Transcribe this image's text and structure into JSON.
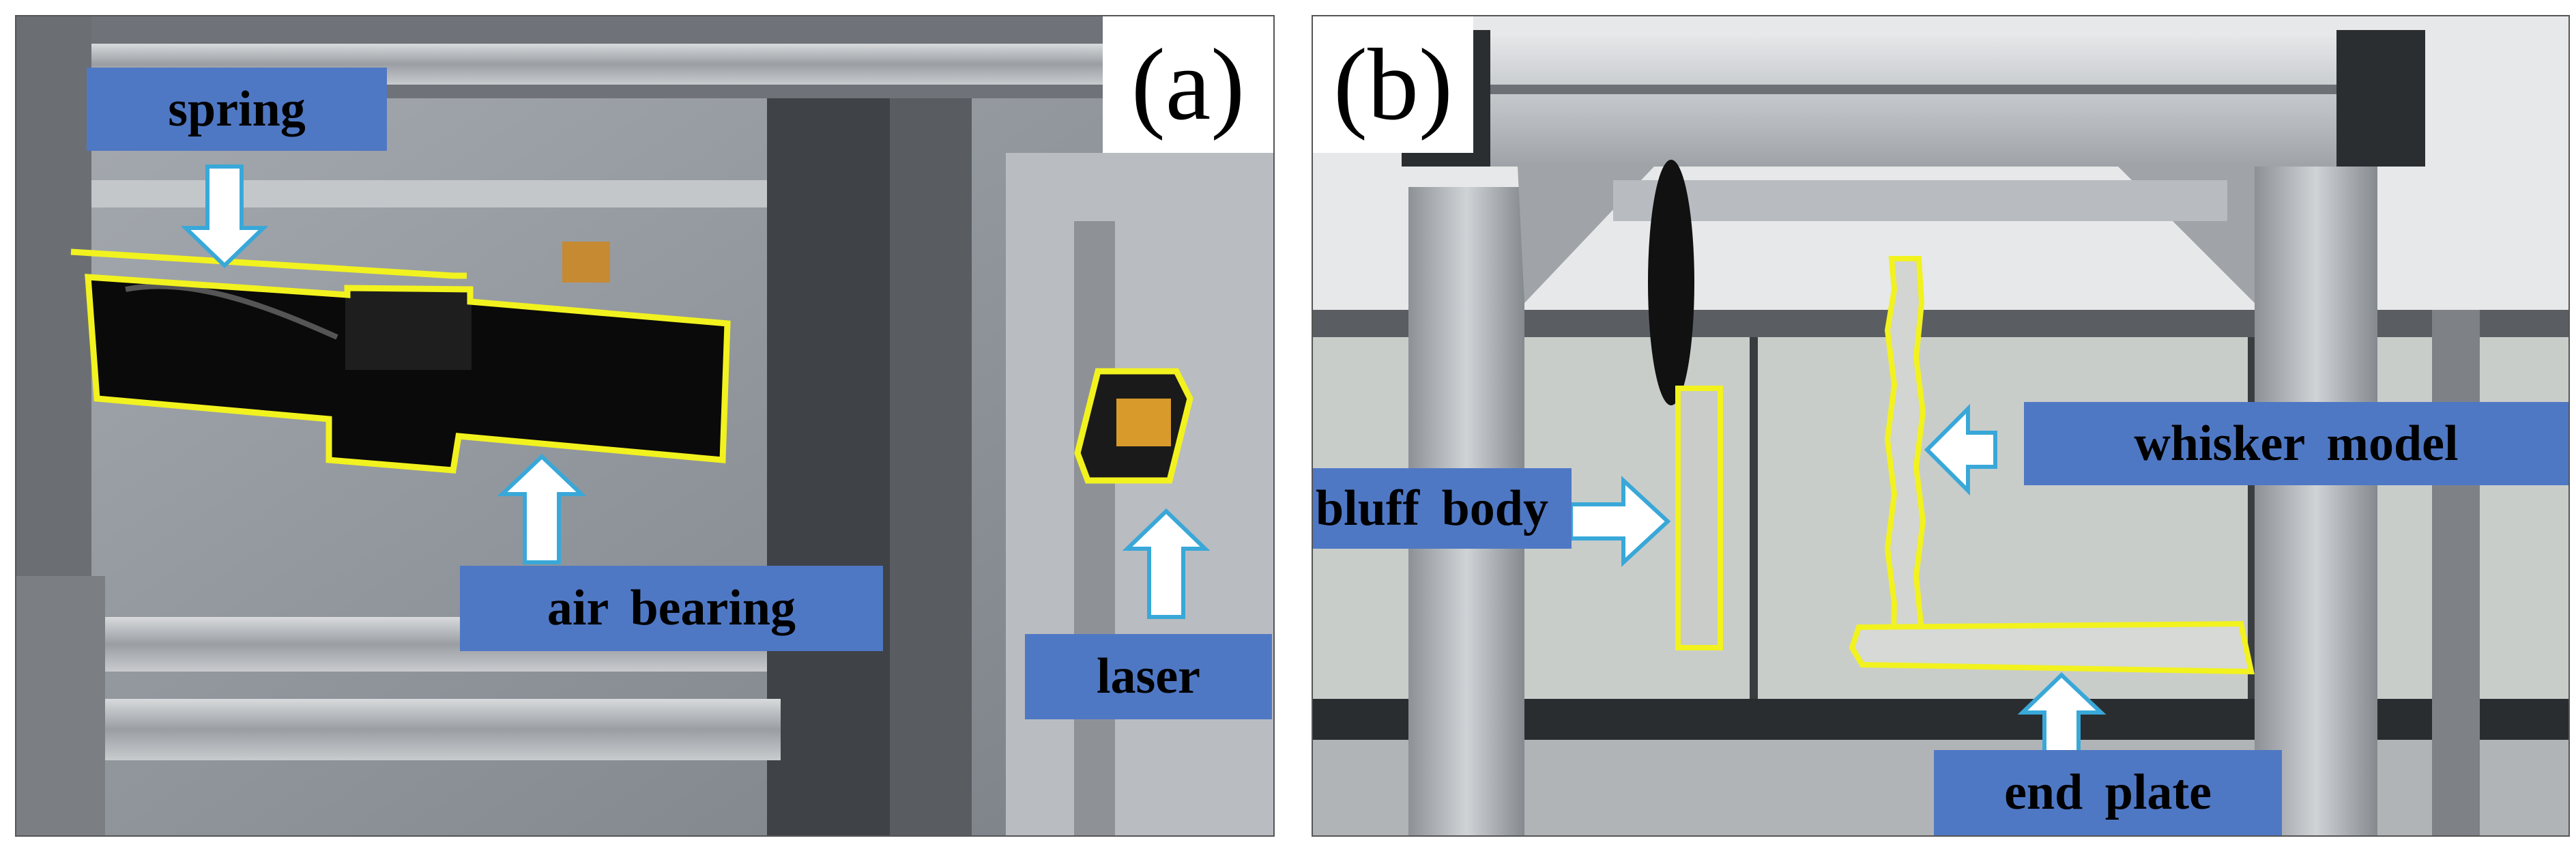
{
  "figure": {
    "panel_a": {
      "tag": "(a)",
      "labels": {
        "spring": "spring",
        "air_bearing": "air bearing",
        "laser": "laser"
      }
    },
    "panel_b": {
      "tag": "(b)",
      "labels": {
        "bluff_body": "bluff body",
        "whisker_model": "whisker model",
        "end_plate": "end plate"
      }
    },
    "colors": {
      "label_bg": "#4f78c4",
      "outline": "#f2f21f",
      "arrow_fill": "#ffffff",
      "arrow_stroke": "#39a8d8"
    }
  }
}
